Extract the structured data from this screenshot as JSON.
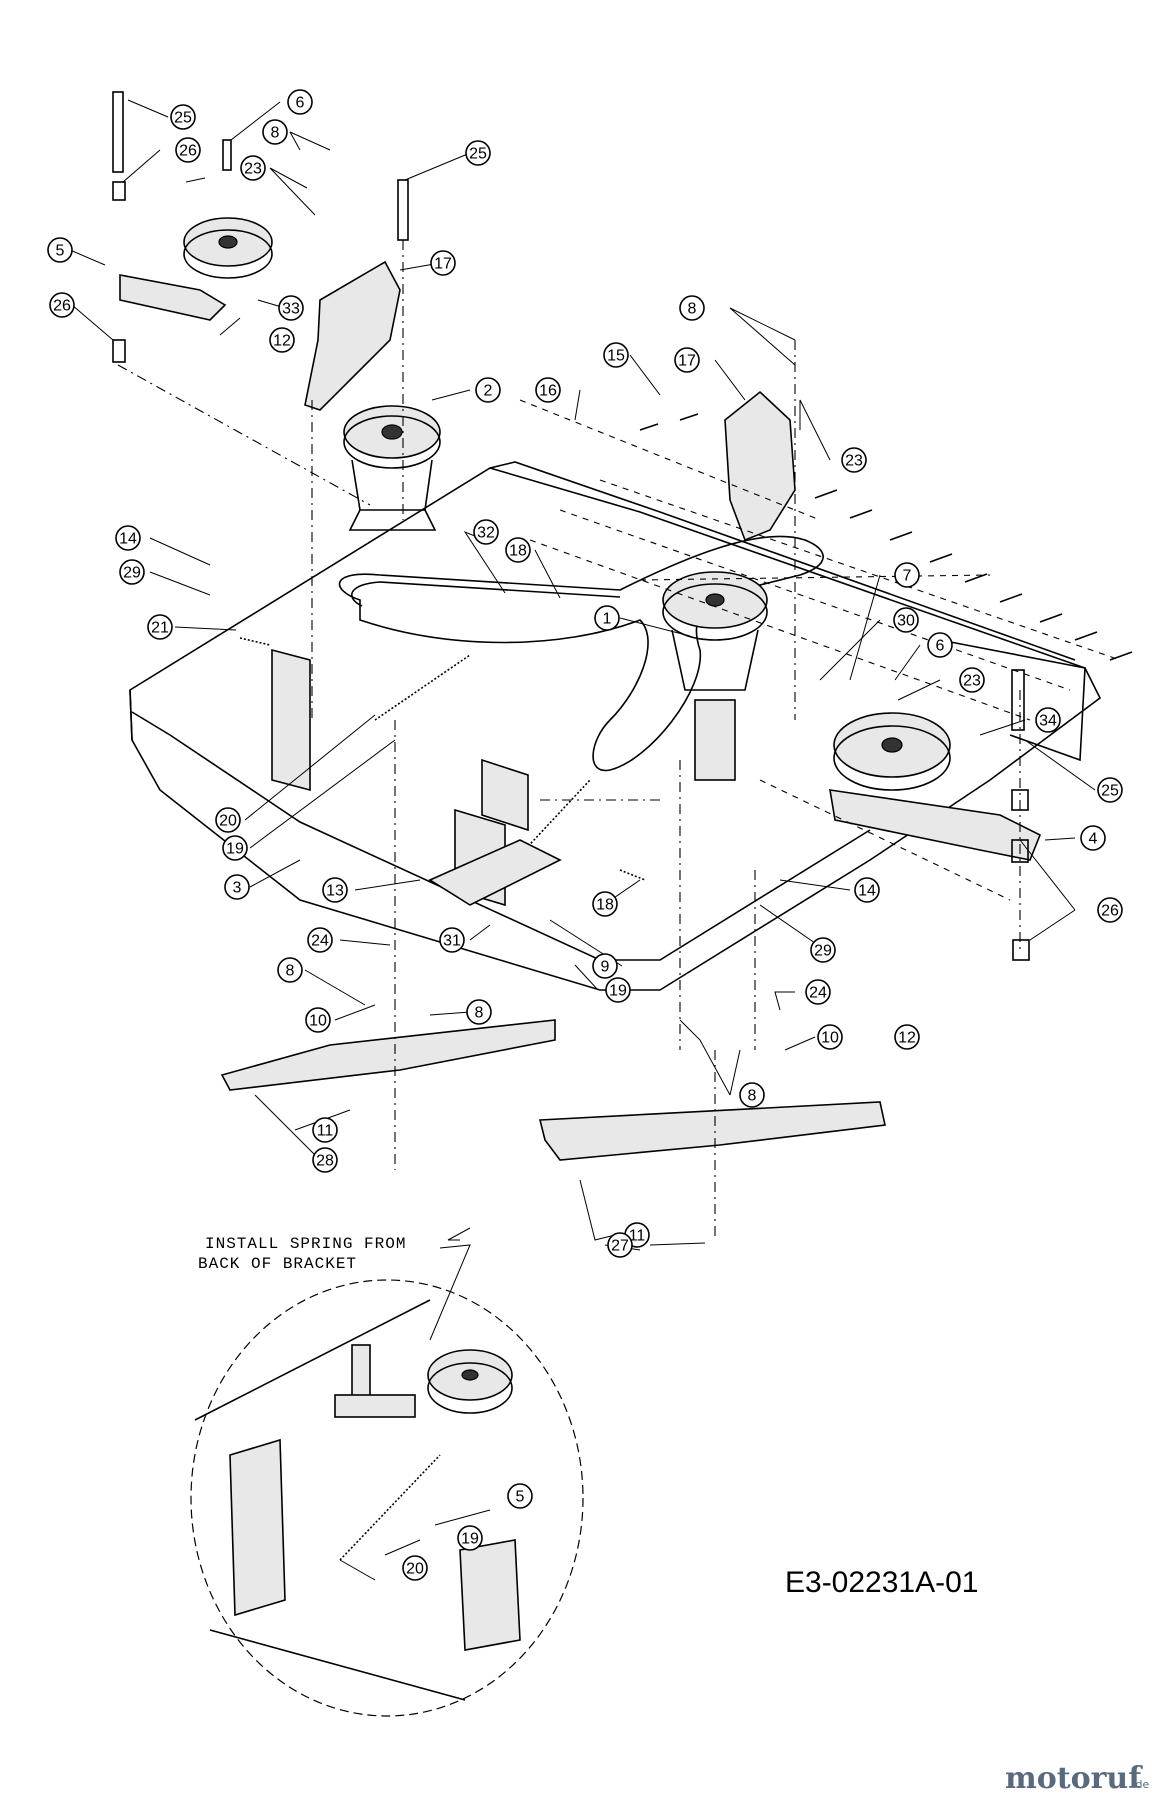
{
  "drawing": {
    "code": "E3-02231A-01",
    "note_line1": "INSTALL SPRING FROM",
    "note_line2": "BACK OF BRACKET",
    "watermark_main": "motoruf",
    "watermark_suffix": ".de"
  },
  "callouts": [
    "25",
    "26",
    "6",
    "8",
    "23",
    "25",
    "17",
    "5",
    "33",
    "26",
    "12",
    "2",
    "8",
    "15",
    "17",
    "16",
    "23",
    "14",
    "29",
    "21",
    "32",
    "18",
    "1",
    "7",
    "30",
    "6",
    "23",
    "34",
    "25",
    "20",
    "19",
    "3",
    "13",
    "24",
    "8",
    "31",
    "10",
    "8",
    "18",
    "19",
    "9",
    "14",
    "29",
    "12",
    "4",
    "26",
    "24",
    "10",
    "8",
    "11",
    "28",
    "11",
    "27",
    "5",
    "19",
    "20"
  ]
}
